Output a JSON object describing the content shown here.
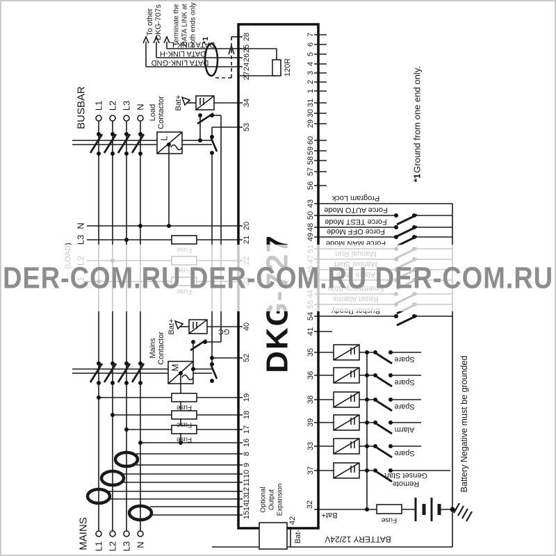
{
  "watermark": {
    "text": "DER-COM.RU DER-COM.RU DER-COM.RU"
  },
  "device": {
    "name": "DKG-727",
    "expansion_1": "Optional",
    "expansion_2": "Output",
    "expansion_3": "Expansion"
  },
  "notes": {
    "ground_ref": "*1",
    "ground_note": "Ground from one end only.",
    "battery_note": "Battery Negative must be grounded"
  },
  "data_link": {
    "to_other_1": "To other",
    "to_other_2": "DKG-707s",
    "terminate_1": "Terminate the",
    "terminate_2": "DATA LINK at",
    "terminate_3": "both ends only",
    "wire_l": "DATA LINK-L",
    "wire_h": "DATA LINK-H",
    "wire_gnd": "DATA LINK-GND",
    "resistor": "120R",
    "shield_ref": "*1"
  },
  "busbar": {
    "title": "BUSBAR",
    "phases": [
      "L1",
      "L2",
      "L3",
      "N"
    ],
    "contactor_1": "Load",
    "contactor_2": "Contactor",
    "contactor_letter": "L",
    "coil_label": "Bat+"
  },
  "load": {
    "label": "(LOAD)",
    "rows": [
      "N",
      "L3",
      "L2",
      "L1"
    ],
    "fuse": "Fuse"
  },
  "mains": {
    "title": "MAINS",
    "phases": [
      "L1",
      "L2",
      "L3",
      "N"
    ],
    "contactor_1": "Mains",
    "contactor_2": "Contactor",
    "contactor_letter": "M",
    "coil_label": "Bat+",
    "gc": "GC",
    "fuse": "Fuse"
  },
  "inputs": [
    {
      "t": "43",
      "label": "Program Lock"
    },
    {
      "t": "50",
      "label": "Force AUTO Mode"
    },
    {
      "t": "48",
      "label": "Force TEST Mode"
    },
    {
      "t": "49",
      "label": "Force OFF Mode"
    },
    {
      "t": "51",
      "label": "Force MAN Mode"
    },
    {
      "t": "47",
      "label": "Manual Run"
    },
    {
      "t": "46",
      "label": "Manual Start"
    },
    {
      "t": "45",
      "label": "Alarm Mute"
    },
    {
      "t": "44",
      "label": "Emergency Stop"
    },
    {
      "t": "55",
      "label": "Reset Alarms"
    },
    {
      "t": "54",
      "label": "Busbar Ready"
    }
  ],
  "outputs": [
    {
      "t": "35",
      "label": "Spare"
    },
    {
      "t": "36",
      "label": "Spare"
    },
    {
      "t": "38",
      "label": "Spare"
    },
    {
      "t": "39",
      "label": "Alarm"
    },
    {
      "t": "33",
      "label": "Spare"
    },
    {
      "t": "37",
      "label_1": "Remote",
      "label_2": "Genset Start"
    }
  ],
  "battery": {
    "t_plus": "32",
    "t_minus": "42",
    "bat_plus": "Bat+",
    "bat_minus": "Bat-",
    "fuse": "Fuse",
    "label": "BATTERY 12/24V"
  },
  "terminals": {
    "left": [
      "28",
      "25",
      "26",
      "24",
      "27",
      "34",
      "53",
      "20",
      "21",
      "22",
      "23",
      "40",
      "52",
      "19",
      "18",
      "17",
      "16",
      "8",
      "9",
      "10",
      "11",
      "12",
      "13",
      "14",
      "15"
    ],
    "right": [
      "7",
      "6",
      "5",
      "4",
      "3",
      "2",
      "1",
      "31",
      "30",
      "29",
      "60",
      "59",
      "58",
      "57",
      "56",
      "41"
    ]
  }
}
